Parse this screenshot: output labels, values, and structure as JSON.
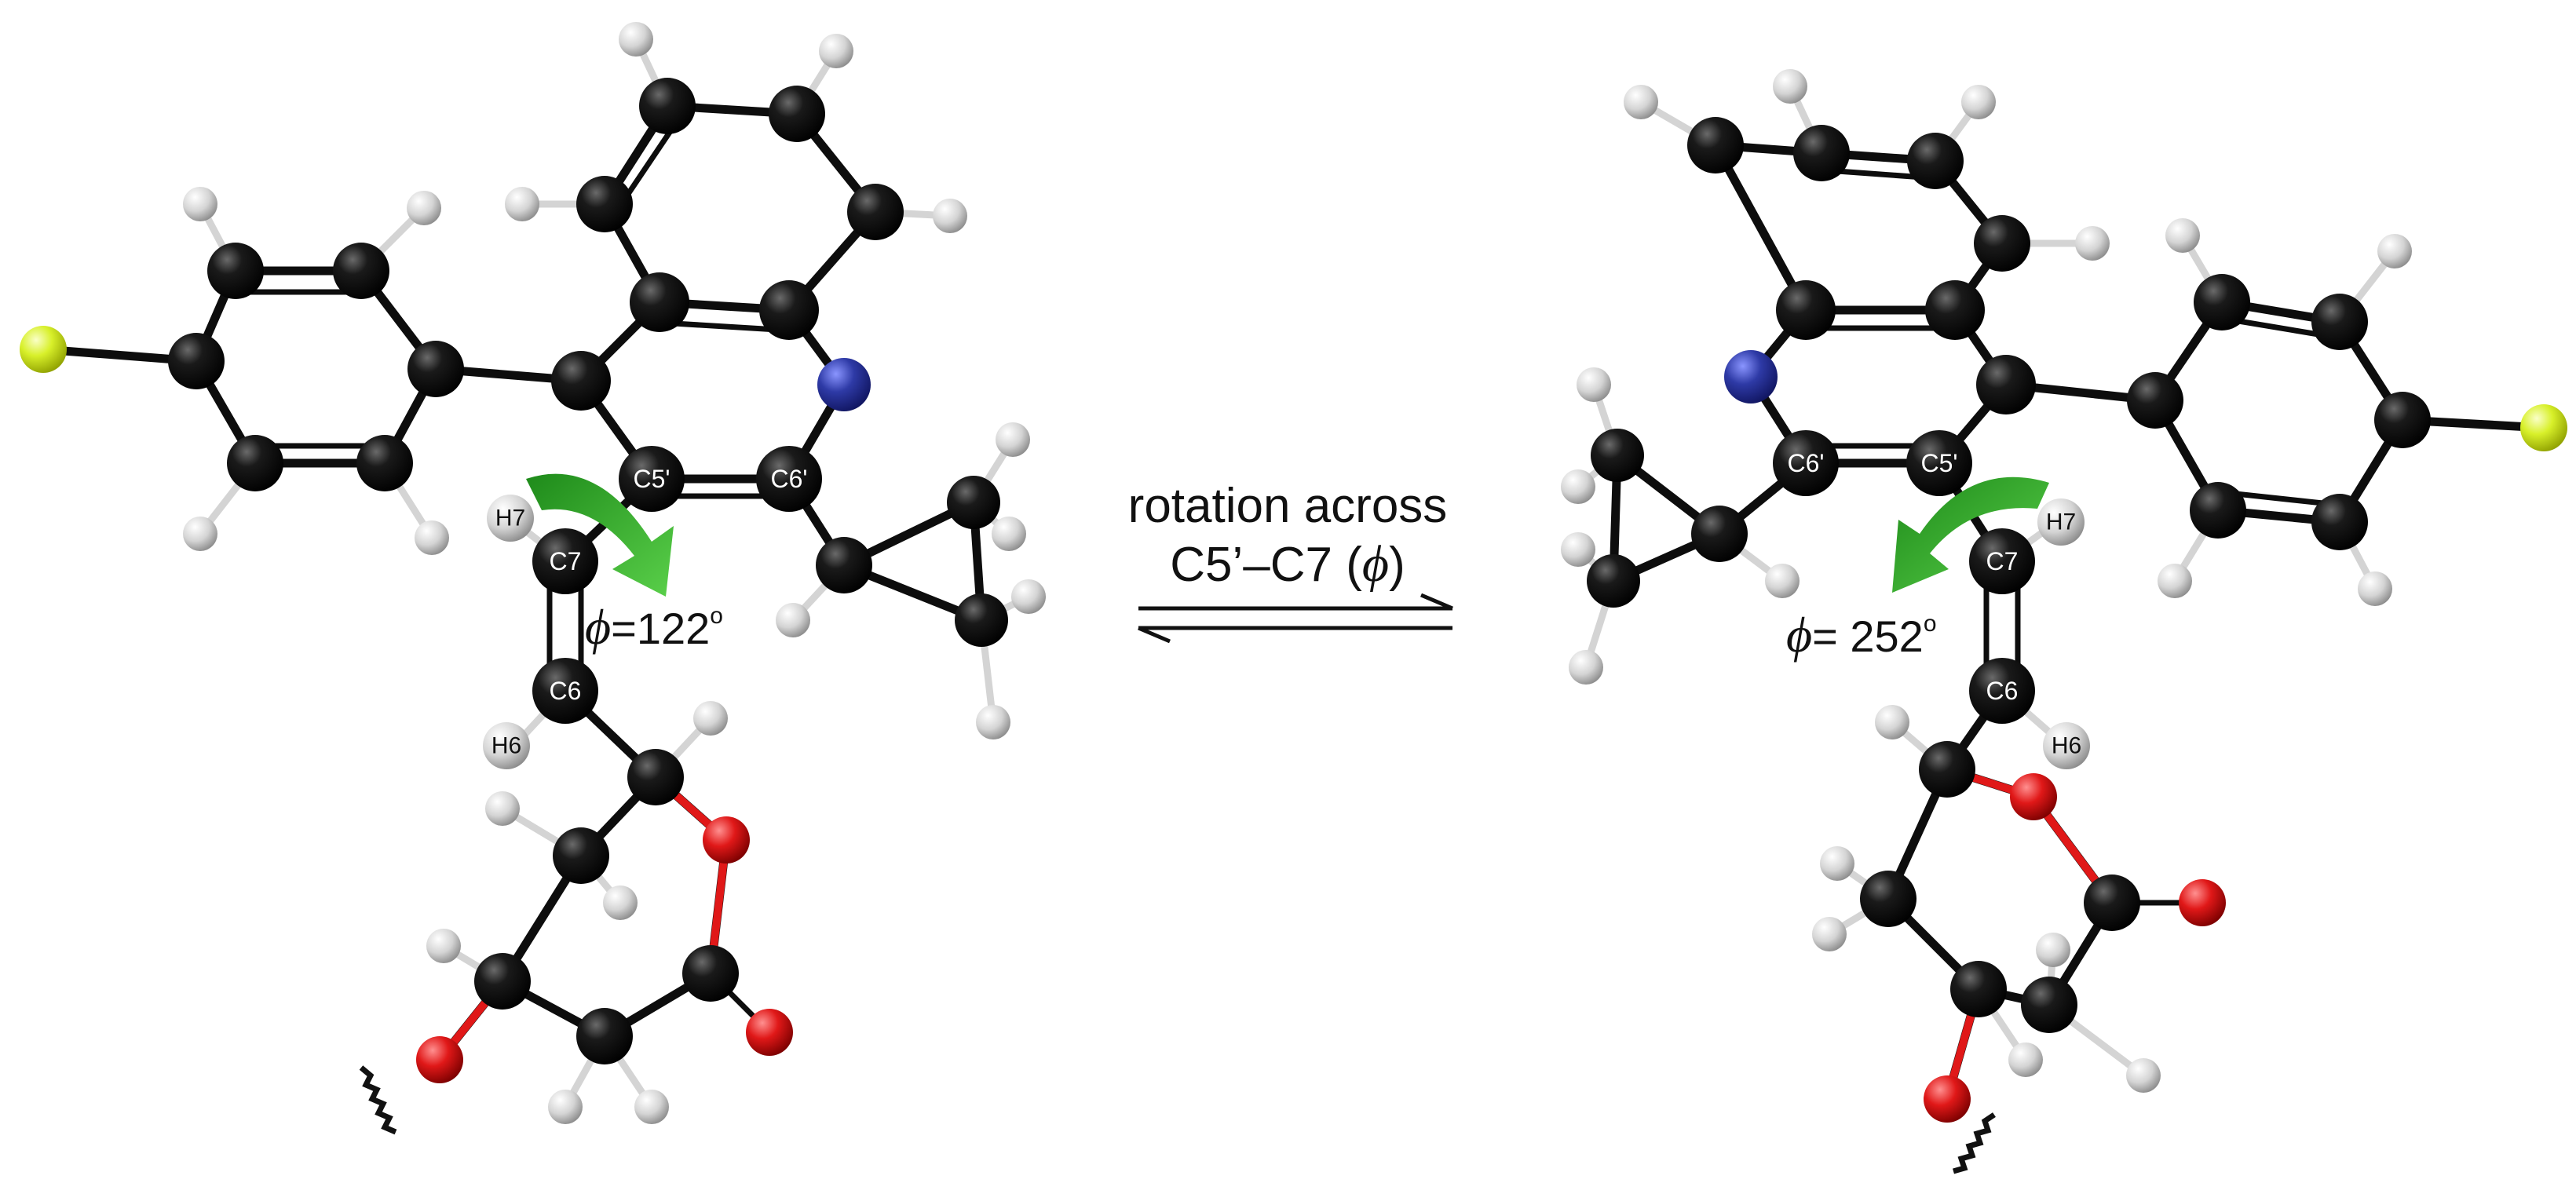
{
  "caption": {
    "line1": "rotation across",
    "line2_prefix": "C5’–C7 (",
    "line2_symbol": "ϕ",
    "line2_suffix": ")"
  },
  "left_conformer": {
    "angle_symbol": "ϕ",
    "angle_value": "=122",
    "angle_unit": "o",
    "labels": {
      "c5p": "C5'",
      "c6p": "C6'",
      "c7": "C7",
      "c6": "C6",
      "h7": "H7",
      "h6": "H6"
    }
  },
  "right_conformer": {
    "angle_symbol": "ϕ",
    "angle_value": "= 252",
    "angle_unit": "o",
    "labels": {
      "c5p": "C5'",
      "c6p": "C6'",
      "c7": "C7",
      "c6": "C6",
      "h7": "H7",
      "h6": "H6"
    }
  },
  "colors": {
    "carbon": "#0d0d0d",
    "hydrogen": "#d9d9d9",
    "nitrogen": "#2e3aa6",
    "oxygen": "#e01818",
    "fluorine": "#d8f02a",
    "arrow": "#3bb82e"
  }
}
